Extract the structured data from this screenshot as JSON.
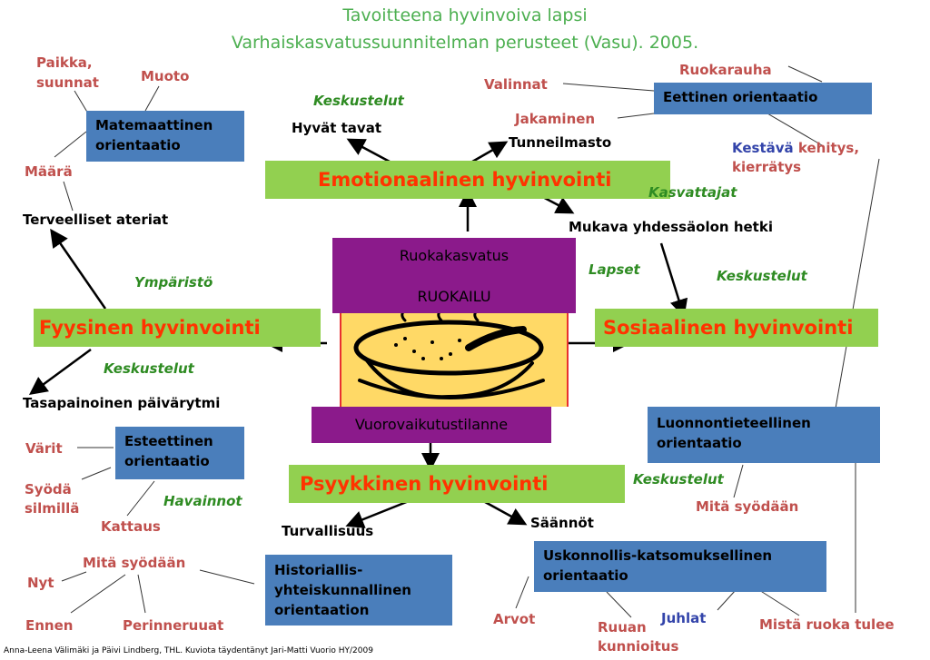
{
  "title_line1": "Tavoitteena hyvinvoiva lapsi",
  "title_line2": "Varhaiskasvatussuunnitelman perusteet (Vasu). 2005.",
  "center": {
    "top_line1": "Ruokakasvatus",
    "top_line2": "RUOKAILU",
    "bottom": "Vuorovaikutustilanne",
    "image_icon": "soup-bowl-icon"
  },
  "wellbeing": {
    "emotional": "Emotionaalinen hyvinvointi",
    "physical": "Fyysinen hyvinvointi",
    "social": "Sosiaalinen hyvinvointi",
    "psychological": "Psyykkinen hyvinvointi"
  },
  "orientations": {
    "math_l1": "Matemaattinen",
    "math_l2": "orientaatio",
    "ethical": "Eettinen orientaatio",
    "aesthetic_l1": "Esteettinen",
    "aesthetic_l2": "orientaatio",
    "natural_l1": "Luonnontieteellinen",
    "natural_l2": "orientaatio",
    "historical_l1": "Historiallis-",
    "historical_l2": "yhteiskunnallinen",
    "historical_l3": "orientaation",
    "religious_l1": "Uskonnollis-katsomuksellinen",
    "religious_l2": "orientaatio"
  },
  "red_labels": {
    "paikka_l1": "Paikka,",
    "paikka_l2": "suunnat",
    "muoto": "Muoto",
    "maara": "Määrä",
    "valinnat": "Valinnat",
    "ruokarauha": "Ruokarauha",
    "jakaminen": "Jakaminen",
    "kestava_pre": "Kestävä",
    "kestava_post": "kehitys,",
    "kierratys": "kierrätys",
    "varit": "Värit",
    "syoda_l1": "Syödä",
    "syoda_l2": "silmillä",
    "kattaus": "Kattaus",
    "mita_syodaan_right": "Mitä syödään",
    "mita_syodaan_left": "Mitä syödään",
    "nyt": "Nyt",
    "ennen": "Ennen",
    "perinneruuat": "Perinneruuat",
    "arvot": "Arvot",
    "ruuan_l1": "Ruuan",
    "ruuan_l2": "kunnioitus",
    "mista": "Mistä ruoka tulee"
  },
  "black_labels": {
    "hyvat_tavat": "Hyvät tavat",
    "tunneilmasto": "Tunneilmasto",
    "terveelliset": "Terveelliset ateriat",
    "mukava": "Mukava yhdessäolon hetki",
    "tasapainoinen": "Tasapainoinen päivärytmi",
    "turvallisuus": "Turvallisuus",
    "saannot": "Säännöt"
  },
  "green_labels": {
    "keskustelut_top": "Keskustelut",
    "kasvattajat": "Kasvattajat",
    "ymparisto": "Ympäristö",
    "lapset": "Lapset",
    "keskustelut_right": "Keskustelut",
    "keskustelut_left": "Keskustelut",
    "havainnot": "Havainnot",
    "keskustelut_bottom": "Keskustelut"
  },
  "blue_labels": {
    "juhlat": "Juhlat"
  },
  "credit": "Anna-Leena Välimäki ja Päivi Lindberg, THL. Kuviota täydentänyt  Jari-Matti Vuorio HY/2009",
  "colors": {
    "title_green": "#4caf50",
    "bar_green": "#92d050",
    "bar_text": "#ff3300",
    "orientation_blue": "#4a7ebb",
    "center_purple": "#8b1a8b",
    "soup_yellow": "#ffd966",
    "label_red": "#c0504d"
  }
}
